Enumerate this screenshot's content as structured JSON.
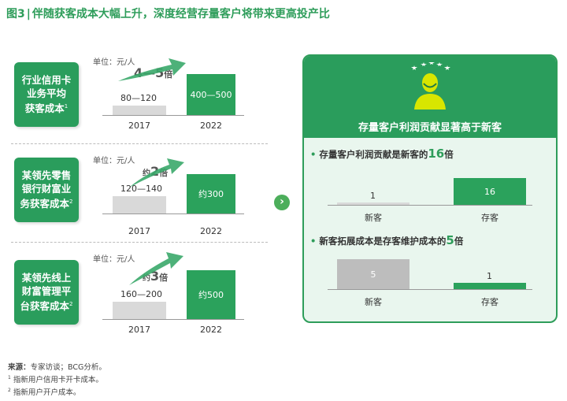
{
  "title": {
    "fig": "图3",
    "sep": "|",
    "text": "伴随获客成本大幅上升，深度经营存量客户将带来更高投产比"
  },
  "left_sections": [
    {
      "label_line1": "行业信用卡",
      "label_line2": "业务平均",
      "label_line3": "获客成本",
      "label_sup": "1",
      "unit": "单位：元/人",
      "multiplier_text": "4—5",
      "multiplier_suffix": "倍"
    },
    {
      "label_line1": "某领先零售",
      "label_line2": "银行财富业",
      "label_line3": "务获客成本",
      "label_sup": "2",
      "unit": "单位：元/人",
      "multiplier_prefix": "约",
      "multiplier_text": "2",
      "multiplier_suffix": "倍"
    },
    {
      "label_line1": "某领先线上",
      "label_line2": "财富管理平",
      "label_line3": "台获客成本",
      "label_sup": "2",
      "unit": "单位：元/人",
      "multiplier_prefix": "约",
      "multiplier_text": "3",
      "multiplier_suffix": "倍"
    }
  ],
  "right_panel": {
    "title": "存量客户利润贡献显著高于新客",
    "sub1_prefix": "存量客户利润贡献是新客的",
    "sub1_big": "16",
    "sub1_suffix": "倍",
    "sub2_prefix": "新客拓展成本是存客维护成本的",
    "sub2_big": "5",
    "sub2_suffix": "倍"
  },
  "chart_data": [
    {
      "type": "bar",
      "categories": [
        "2017",
        "2022"
      ],
      "value_labels": [
        "80—120",
        "400—500"
      ],
      "values": [
        100,
        450
      ],
      "color_old": "#d9d9d9",
      "color_new": "#2ba25c"
    },
    {
      "type": "bar",
      "categories": [
        "2017",
        "2022"
      ],
      "value_labels": [
        "120—140",
        "约300"
      ],
      "values": [
        130,
        300
      ]
    },
    {
      "type": "bar",
      "categories": [
        "2017",
        "2022"
      ],
      "value_labels": [
        "160—200",
        "约500"
      ],
      "values": [
        180,
        500
      ]
    },
    {
      "type": "bar",
      "categories": [
        "新客",
        "存客"
      ],
      "value_labels": [
        "1",
        "16"
      ],
      "values": [
        1,
        16
      ]
    },
    {
      "type": "bar",
      "categories": [
        "新客",
        "存客"
      ],
      "value_labels": [
        "5",
        "1"
      ],
      "values": [
        5,
        1
      ]
    }
  ],
  "notes": {
    "source_label": "来源：",
    "source_text": "专家访谈；BCG分析。",
    "note1_sup": "1",
    "note1": "指新用户信用卡开卡成本。",
    "note2_sup": "2",
    "note2": "指新用户开户成本。"
  },
  "colors": {
    "brand_green": "#2e9d5a",
    "bar_green": "#2ba25c",
    "bar_grey": "#d9d9d9",
    "panel_bg": "#e9f6ee"
  }
}
